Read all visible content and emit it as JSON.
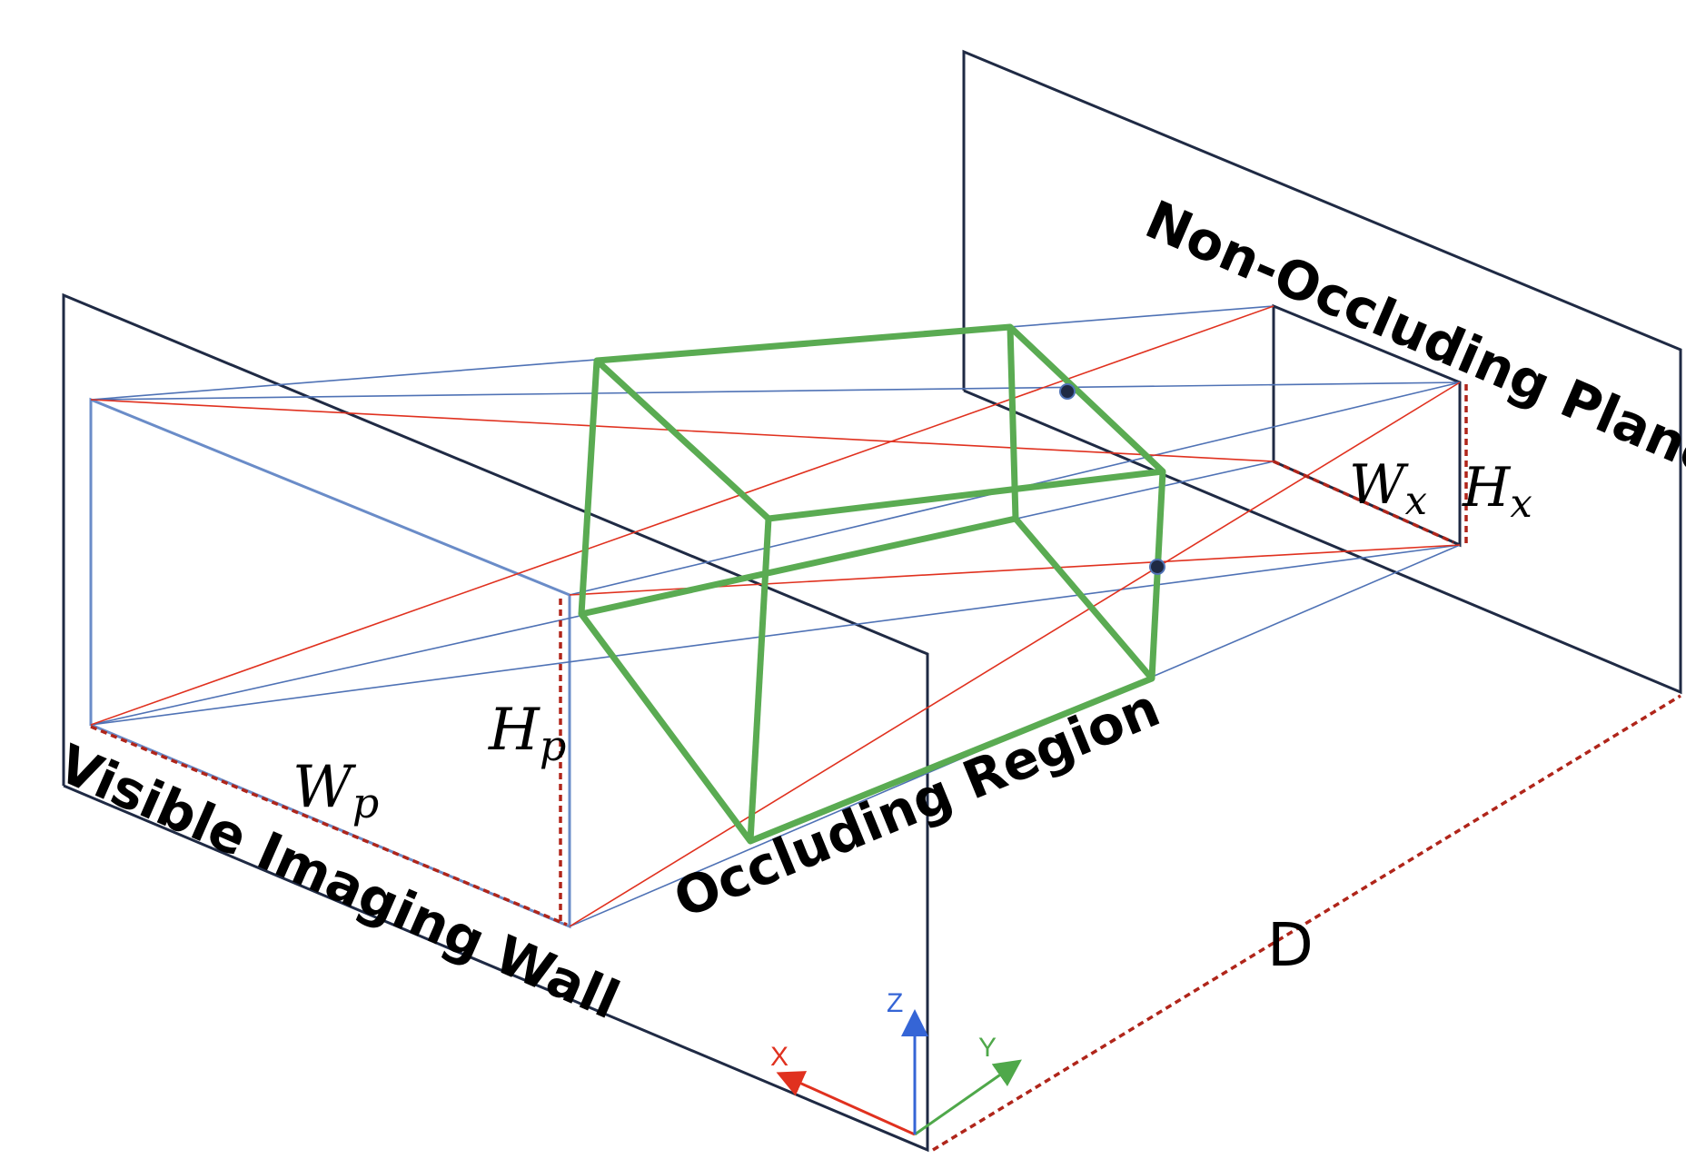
{
  "labels": {
    "non_occluding_plane": "Non-Occluding Plane",
    "visible_imaging_wall": "Visible Imaging Wall",
    "occluding_region": "Occluding Region",
    "distance": "D",
    "wx_main": "W",
    "wx_sub": "x",
    "hx_main": "H",
    "hx_sub": "x",
    "wp_main": "W",
    "wp_sub": "p",
    "hp_main": "H",
    "hp_sub": "p"
  },
  "axes": {
    "x": "X",
    "y": "Y",
    "z": "Z"
  },
  "colors": {
    "frame": "#1f2a44",
    "blue_ray": "#4f72b5",
    "red_ray": "#e0311f",
    "occluder": "#5aab52",
    "dashed": "#b0251a",
    "axis_x": "#e0311f",
    "axis_y": "#4fa84a",
    "axis_z": "#3565d6"
  }
}
